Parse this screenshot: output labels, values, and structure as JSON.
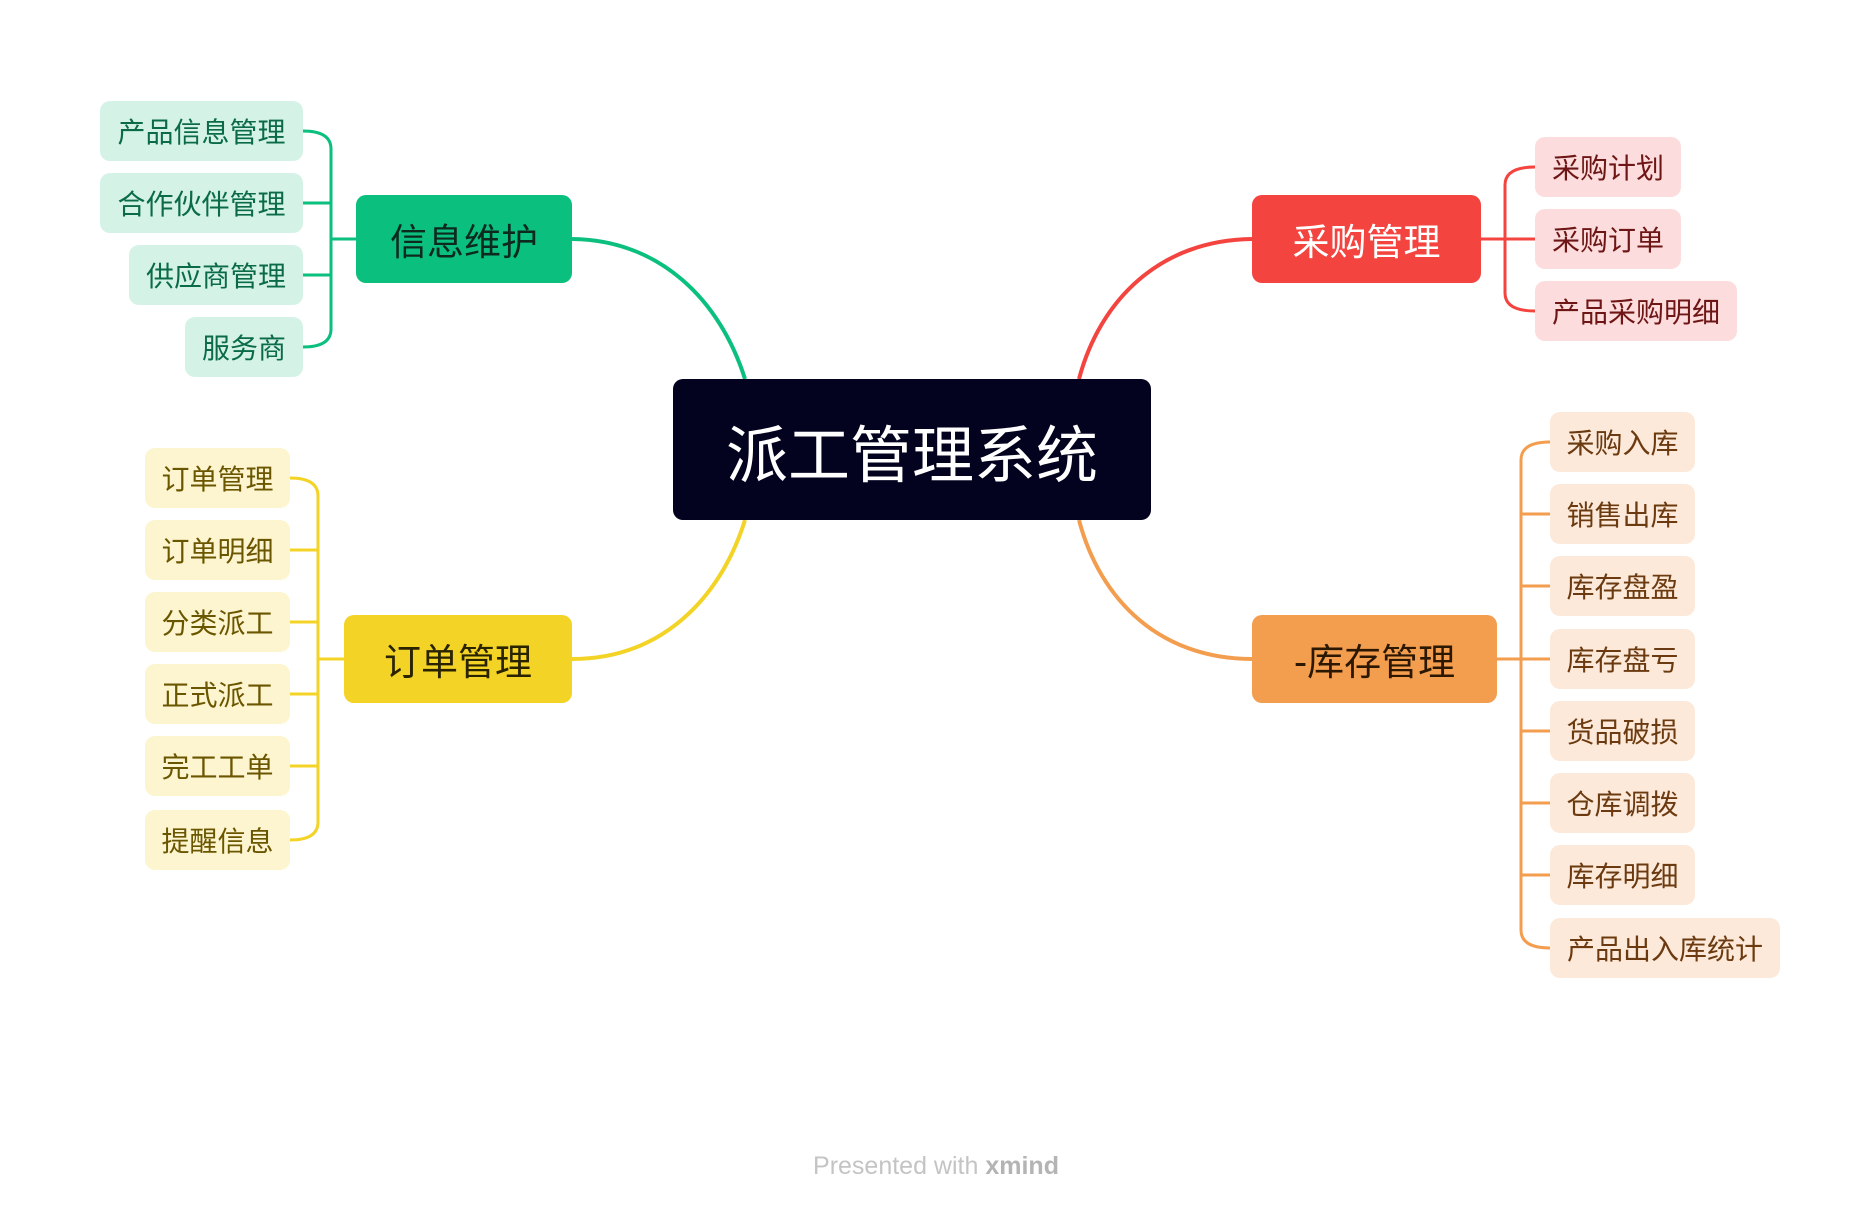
{
  "root": {
    "label": "派工管理系统"
  },
  "branches": {
    "info": {
      "label": "信息维护",
      "color": "#0bbf7e",
      "items": [
        "产品信息管理",
        "合作伙伴管理",
        "供应商管理",
        "服务商"
      ]
    },
    "purchase": {
      "label": "采购管理",
      "color": "#f4443f",
      "items": [
        "采购计划",
        "采购订单",
        "产品采购明细"
      ]
    },
    "order": {
      "label": "订单管理",
      "color": "#f3d326",
      "items": [
        "订单管理",
        "订单明细",
        "分类派工",
        "正式派工",
        "完工工单",
        "提醒信息"
      ]
    },
    "stock": {
      "label": "-库存管理",
      "color": "#f39d4e",
      "items": [
        "采购入库",
        "销售出库",
        "库存盘盈",
        "库存盘亏",
        "货品破损",
        "仓库调拨",
        "库存明细",
        "产品出入库统计"
      ]
    }
  },
  "footer": {
    "prefix": "Presented with",
    "brand": "xmind"
  }
}
